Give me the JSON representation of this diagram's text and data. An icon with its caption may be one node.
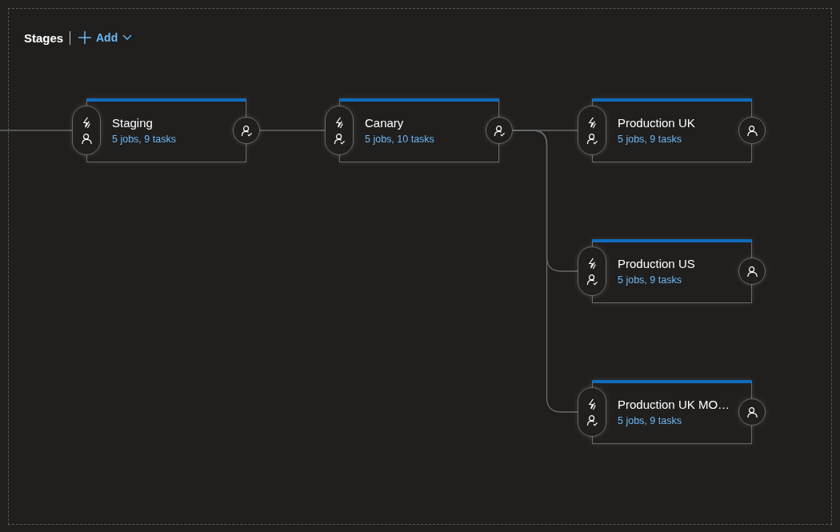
{
  "diagram": {
    "nodes": [
      {
        "text": [
          "Staging",
          "5 jobs, 9 tasks"
        ]
      },
      {
        "text": [
          "Canary",
          "5 jobs, 10 tasks"
        ]
      },
      {
        "text": [
          "Production UK",
          "5 jobs, 9 tasks"
        ]
      },
      {
        "text": [
          "Production US",
          "5 jobs, 9 tasks"
        ]
      },
      {
        "text": [
          "Production UK MO…",
          "5 jobs, 9 tasks"
        ]
      }
    ],
    "edges": [
      {
        "from": null,
        "to": 0,
        "arrow": "none"
      },
      {
        "from": 0,
        "to": 1,
        "arrow": "none"
      },
      {
        "from": 1,
        "to": 2,
        "arrow": "none"
      },
      {
        "from": 1,
        "to": 3,
        "arrow": "none"
      },
      {
        "from": 1,
        "to": 4,
        "arrow": "none"
      }
    ],
    "labels": [
      "Stages",
      "Add"
    ]
  }
}
